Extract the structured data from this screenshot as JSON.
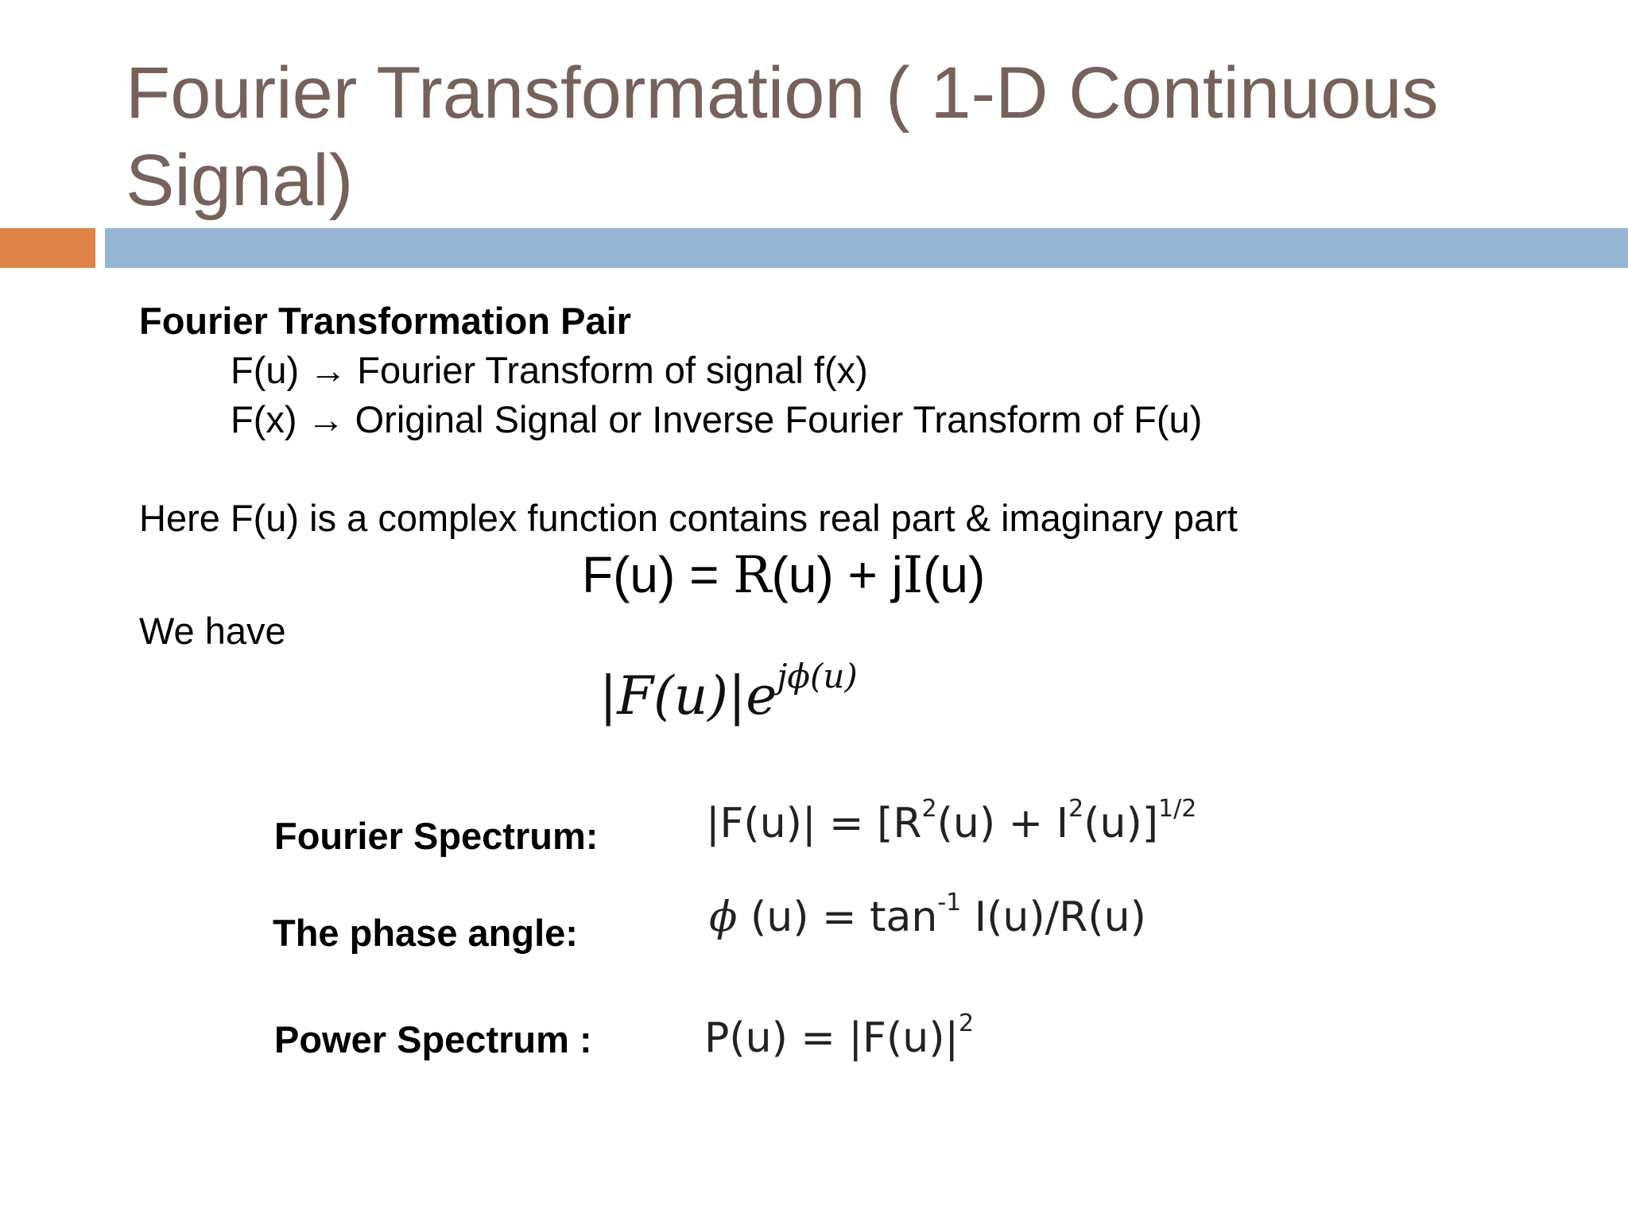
{
  "slide": {
    "title": "Fourier Transformation ( 1-D Continuous Signal)",
    "pair_heading": "Fourier Transformation Pair",
    "pair_lines": [
      "F(u) → Fourier Transform of signal f(x)",
      "F(x) → Original Signal or Inverse Fourier Transform of F(u)"
    ],
    "complex_note": "Here F(u) is a complex function contains real part & imaginary part",
    "complex_equation": {
      "lhs": "F(u) = ",
      "real_symbol": "R",
      "real_arg": "(u) + j",
      "imag_symbol": "I",
      "imag_arg": "(u)"
    },
    "we_have": "We have",
    "polar_form": {
      "base": "|F(u)|e",
      "exponent": "jϕ(u)"
    },
    "rows": [
      {
        "label": "Fourier Spectrum:",
        "formula_parts": [
          "|F(u)| = [R",
          "2",
          "(u) + I",
          "2",
          "(u)]",
          "1/2"
        ]
      },
      {
        "label": "The phase angle:",
        "formula_parts": [
          "ϕ",
          " (u) = tan",
          "-1",
          " I(u)/R(u)"
        ]
      },
      {
        "label": "Power Spectrum :",
        "formula_parts": [
          "P(u) = |F(u)|",
          "2"
        ]
      }
    ]
  },
  "colors": {
    "title": "#76625a",
    "accent_orange": "#df8248",
    "accent_blue": "#95b5d3"
  }
}
